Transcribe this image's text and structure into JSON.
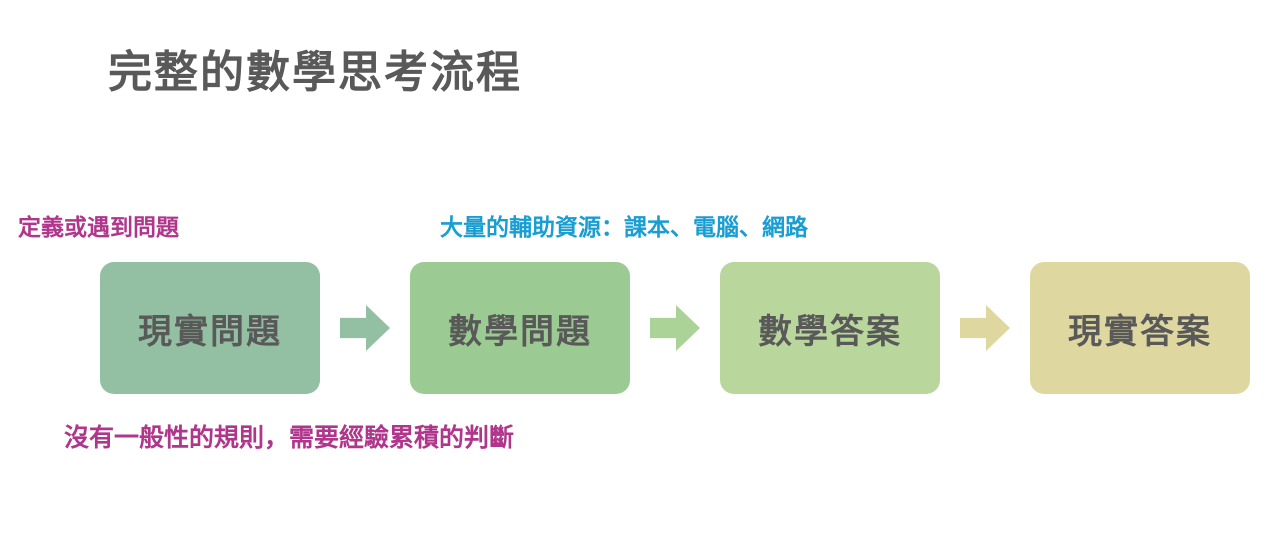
{
  "title": {
    "text": "完整的數學思考流程",
    "color": "#595959"
  },
  "annotations": {
    "define_problem": {
      "text": "定義或遇到問題",
      "color": "#b0368c"
    },
    "resources": {
      "text": "大量的輔助資源：課本、電腦、網路",
      "color": "#1a9ed2"
    },
    "judgement": {
      "text": "沒有一般性的規則，需要經驗累積的判斷",
      "color": "#b0368c"
    }
  },
  "flow": {
    "text_color": "#595959",
    "boxes": [
      {
        "label": "現實問題",
        "bg": "#93bfa3"
      },
      {
        "label": "數學問題",
        "bg": "#9bcb92"
      },
      {
        "label": "數學答案",
        "bg": "#b9d69c"
      },
      {
        "label": "現實答案",
        "bg": "#ded8a0"
      }
    ],
    "arrows": [
      {
        "color": "#93bfa3"
      },
      {
        "color": "#abd398"
      },
      {
        "color": "#ded8a0"
      }
    ]
  }
}
